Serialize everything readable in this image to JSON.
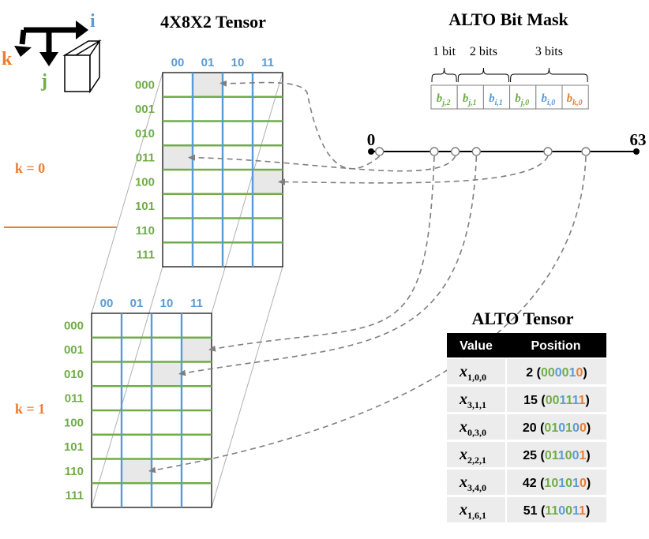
{
  "axes": {
    "i": "i",
    "j": "j",
    "k": "k"
  },
  "tensor_title": "4X8X2 Tensor",
  "mask_title": "ALTO Bit Mask",
  "alto_title": "ALTO Tensor",
  "slices": [
    {
      "label": "k = 0",
      "columns": [
        "00",
        "01",
        "10",
        "11"
      ],
      "rows": [
        "000",
        "001",
        "010",
        "011",
        "100",
        "101",
        "110",
        "111"
      ]
    },
    {
      "label": "k = 1",
      "columns": [
        "00",
        "01",
        "10",
        "11"
      ],
      "rows": [
        "000",
        "001",
        "010",
        "011",
        "100",
        "101",
        "110",
        "111"
      ]
    }
  ],
  "colors": {
    "i": "#5b9bd5",
    "j": "#70ad47",
    "k": "#ed7d31",
    "arrow": "#7f7f7f",
    "highlight": "#e8e8e8"
  },
  "mask": {
    "groups": [
      "1 bit",
      "2 bits",
      "3 bits"
    ],
    "bits": [
      {
        "sym": "b",
        "sub": "j,2",
        "dim": "j"
      },
      {
        "sym": "b",
        "sub": "j,1",
        "dim": "j"
      },
      {
        "sym": "b",
        "sub": "i,1",
        "dim": "i"
      },
      {
        "sym": "b",
        "sub": "j,0",
        "dim": "j"
      },
      {
        "sym": "b",
        "sub": "i,0",
        "dim": "i"
      },
      {
        "sym": "b",
        "sub": "k,0",
        "dim": "k"
      }
    ]
  },
  "line": {
    "start": "0",
    "end": "63",
    "points": [
      2,
      15,
      20,
      25,
      42,
      51
    ]
  },
  "table": {
    "headers": [
      "Value",
      "Position"
    ],
    "rows": [
      {
        "value": "x",
        "sub": "1,0,0",
        "pos": "2",
        "bits": "000010"
      },
      {
        "value": "x",
        "sub": "3,1,1",
        "pos": "15",
        "bits": "001111"
      },
      {
        "value": "x",
        "sub": "0,3,0",
        "pos": "20",
        "bits": "010100"
      },
      {
        "value": "x",
        "sub": "2,2,1",
        "pos": "25",
        "bits": "011001"
      },
      {
        "value": "x",
        "sub": "3,4,0",
        "pos": "42",
        "bits": "101010"
      },
      {
        "value": "x",
        "sub": "1,6,1",
        "pos": "51",
        "bits": "110011"
      }
    ]
  }
}
